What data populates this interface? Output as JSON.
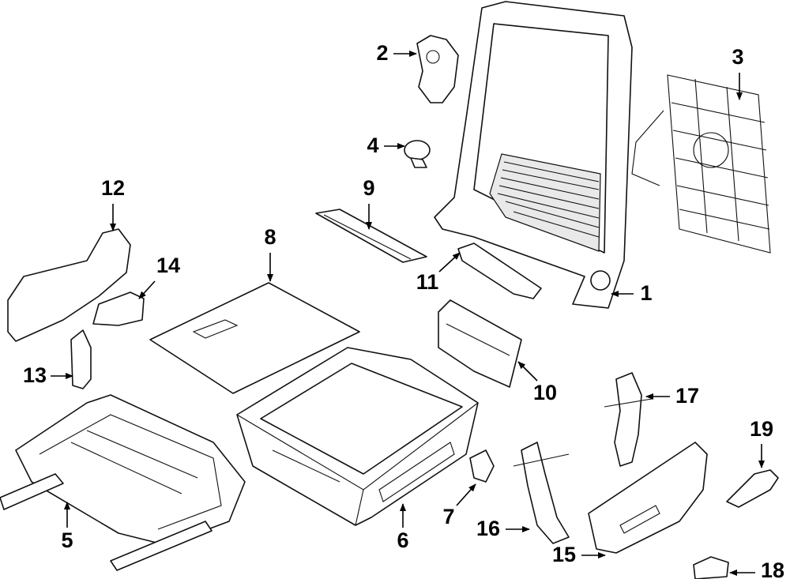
{
  "diagram": {
    "callouts": {
      "c1": "1",
      "c2": "2",
      "c3": "3",
      "c4": "4",
      "c5": "5",
      "c6": "6",
      "c7": "7",
      "c8": "8",
      "c9": "9",
      "c10": "10",
      "c11": "11",
      "c12": "12",
      "c13": "13",
      "c14": "14",
      "c15": "15",
      "c16": "16",
      "c17": "17",
      "c18": "18",
      "c19": "19"
    },
    "colors": {
      "line": "#111111",
      "background": "#ffffff"
    }
  }
}
